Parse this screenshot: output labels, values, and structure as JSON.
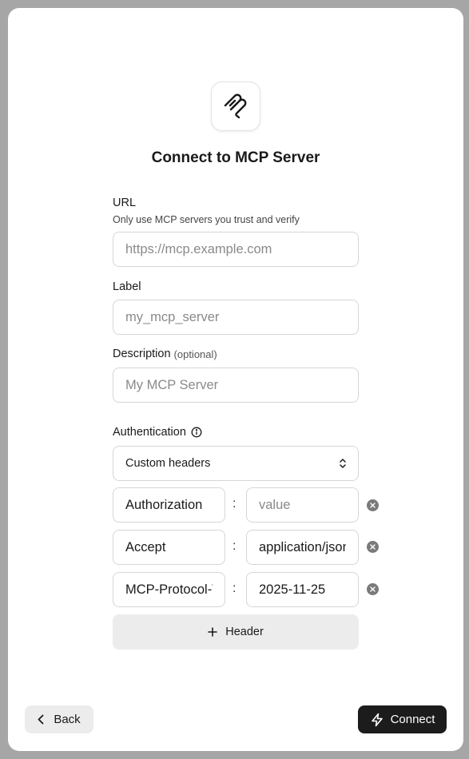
{
  "dialog": {
    "title": "Connect to MCP Server",
    "logo_icon": "mcp-logo-icon"
  },
  "form": {
    "url": {
      "label": "URL",
      "hint": "Only use MCP servers you trust and verify",
      "placeholder": "https://mcp.example.com",
      "value": ""
    },
    "label_field": {
      "label": "Label",
      "placeholder": "my_mcp_server",
      "value": ""
    },
    "description": {
      "label": "Description",
      "optional": "(optional)",
      "placeholder": "My MCP Server",
      "value": ""
    },
    "authentication": {
      "label": "Authentication",
      "info_icon": "info-icon",
      "selected": "Custom headers",
      "select_icon": "chevron-up-down-icon"
    },
    "headers": [
      {
        "key": "Authorization",
        "value": "",
        "value_placeholder": "value"
      },
      {
        "key": "Accept",
        "value": "application/json",
        "value_placeholder": ""
      },
      {
        "key": "MCP-Protocol-Version",
        "value": "2025-11-25",
        "value_placeholder": ""
      }
    ],
    "separator": ":",
    "add_header_label": "Header",
    "add_header_icon": "plus-icon",
    "remove_icon": "remove-circle-icon"
  },
  "footer": {
    "back_label": "Back",
    "back_icon": "chevron-left-icon",
    "connect_label": "Connect",
    "connect_icon": "lightning-icon"
  },
  "colors": {
    "backdrop": "#a6a6a6",
    "dialog": "#ffffff",
    "primary_button": "#1c1c1c",
    "secondary_button": "#ececec",
    "border": "#d6d6d6"
  }
}
